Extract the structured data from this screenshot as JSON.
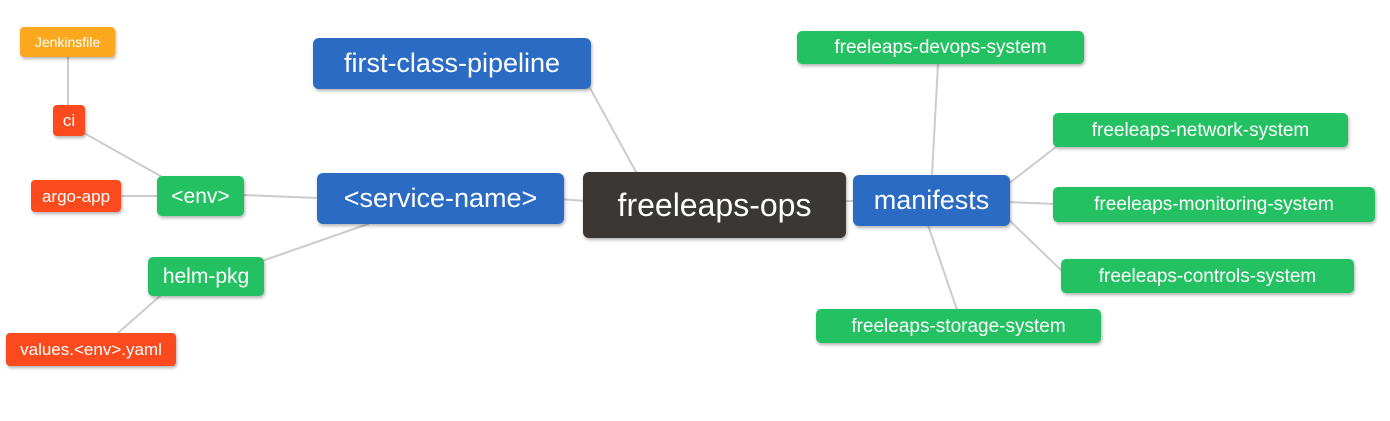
{
  "mindmap": {
    "root_id": "freeleaps_ops",
    "nodes": {
      "freeleaps_ops": {
        "label": "freeleaps-ops",
        "color_role": "root-dark"
      },
      "first_class_pipeline": {
        "label": "first-class-pipeline",
        "color_role": "branch-blue"
      },
      "service_name": {
        "label": "<service-name>",
        "color_role": "branch-blue"
      },
      "manifests": {
        "label": "manifests",
        "color_role": "branch-blue"
      },
      "env": {
        "label": "<env>",
        "color_role": "leaf-green"
      },
      "helm_pkg": {
        "label": "helm-pkg",
        "color_role": "leaf-green"
      },
      "ci": {
        "label": "ci",
        "color_role": "leaf-red"
      },
      "argo_app": {
        "label": "argo-app",
        "color_role": "leaf-red"
      },
      "jenkinsfile": {
        "label": "Jenkinsfile",
        "color_role": "leaf-orange"
      },
      "values_yaml": {
        "label": "values.<env>.yaml",
        "color_role": "leaf-red"
      },
      "devops": {
        "label": "freeleaps-devops-system",
        "color_role": "leaf-green"
      },
      "network": {
        "label": "freeleaps-network-system",
        "color_role": "leaf-green"
      },
      "monitoring": {
        "label": "freeleaps-monitoring-system",
        "color_role": "leaf-green"
      },
      "controls": {
        "label": "freeleaps-controls-system",
        "color_role": "leaf-green"
      },
      "storage": {
        "label": "freeleaps-storage-system",
        "color_role": "leaf-green"
      }
    },
    "edges": [
      {
        "from": "freeleaps_ops",
        "to": "first_class_pipeline"
      },
      {
        "from": "freeleaps_ops",
        "to": "service_name"
      },
      {
        "from": "freeleaps_ops",
        "to": "manifests"
      },
      {
        "from": "service_name",
        "to": "env"
      },
      {
        "from": "service_name",
        "to": "helm_pkg"
      },
      {
        "from": "env",
        "to": "ci"
      },
      {
        "from": "env",
        "to": "argo_app"
      },
      {
        "from": "ci",
        "to": "jenkinsfile"
      },
      {
        "from": "helm_pkg",
        "to": "values_yaml"
      },
      {
        "from": "manifests",
        "to": "devops"
      },
      {
        "from": "manifests",
        "to": "network"
      },
      {
        "from": "manifests",
        "to": "monitoring"
      },
      {
        "from": "manifests",
        "to": "controls"
      },
      {
        "from": "manifests",
        "to": "storage"
      }
    ],
    "colors": {
      "root-dark": "#3b3734",
      "branch-blue": "#2b6bc3",
      "leaf-green": "#23c162",
      "leaf-orange": "#fba81c",
      "leaf-red": "#fb4b1e",
      "connector": "#cccccc",
      "node-text": "#ffffff"
    }
  }
}
